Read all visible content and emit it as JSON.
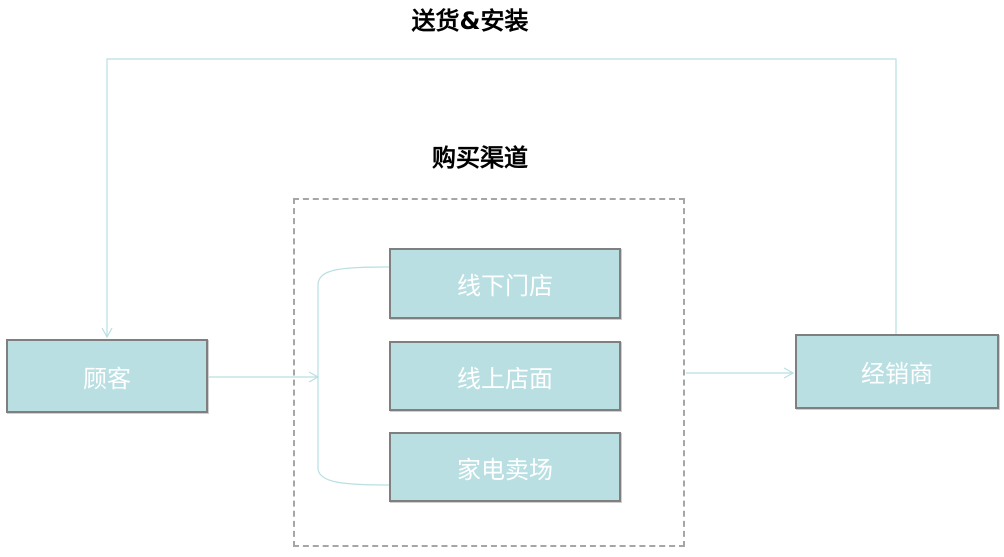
{
  "labels": {
    "top_title": "送货&安装",
    "channel_title": "购买渠道"
  },
  "nodes": {
    "customer": "顾客",
    "dealer": "经销商",
    "channels": [
      "线下门店",
      "线上店面",
      "家电卖场"
    ]
  },
  "colors": {
    "box_fill": "#b9dfe2",
    "box_border": "#7f7f7f",
    "connector": "#b9dfe2",
    "frame_border": "#a6a6a6"
  }
}
